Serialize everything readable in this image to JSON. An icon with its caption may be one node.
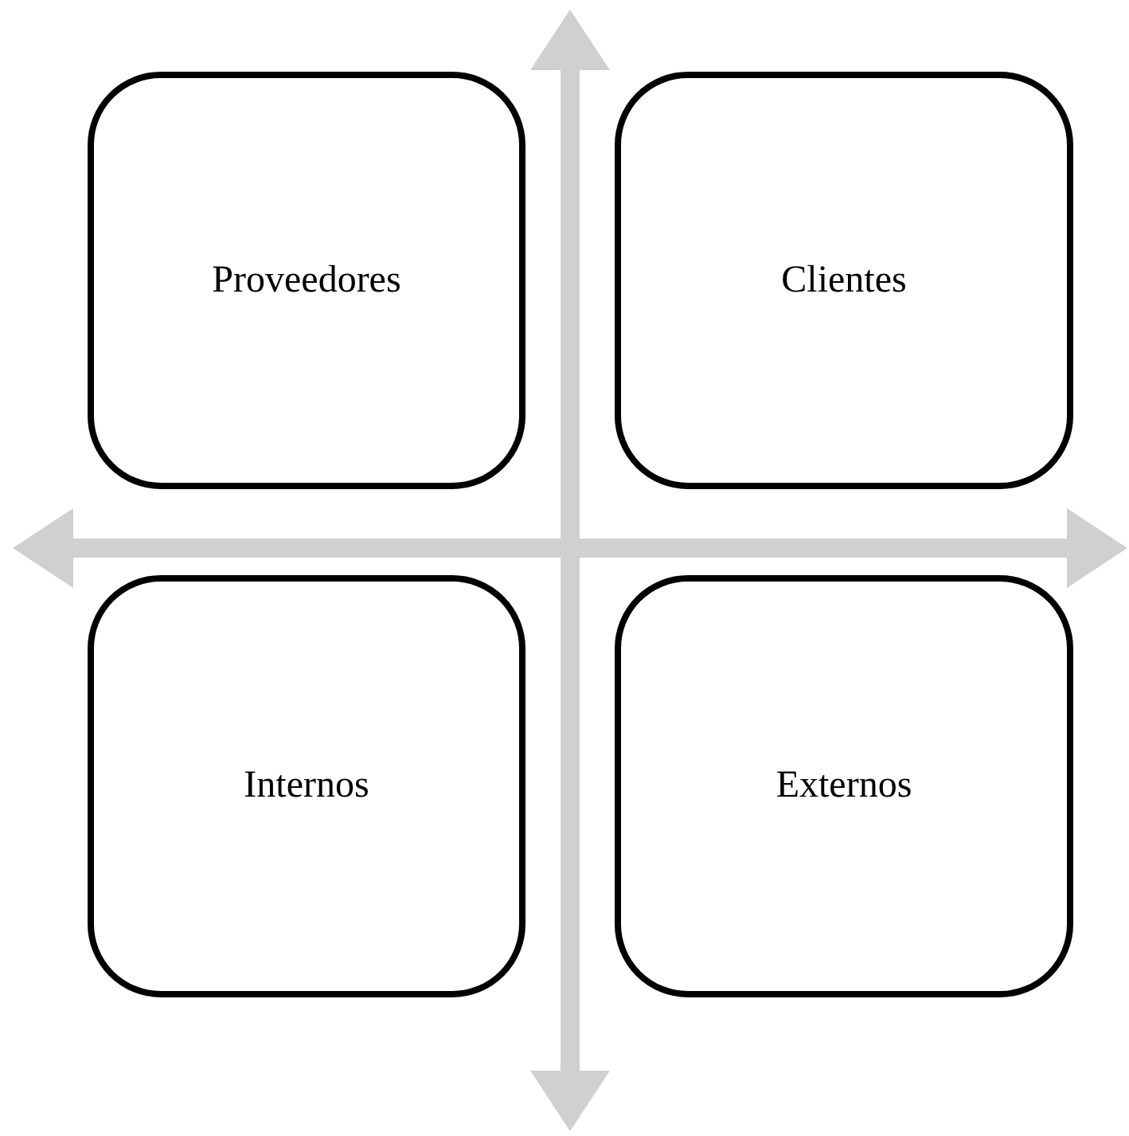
{
  "diagram": {
    "nodes": [
      {
        "text": [
          "Proveedores"
        ]
      },
      {
        "text": [
          "Clientes"
        ]
      },
      {
        "text": [
          "Internos"
        ]
      },
      {
        "text": [
          "Externos"
        ]
      }
    ]
  }
}
